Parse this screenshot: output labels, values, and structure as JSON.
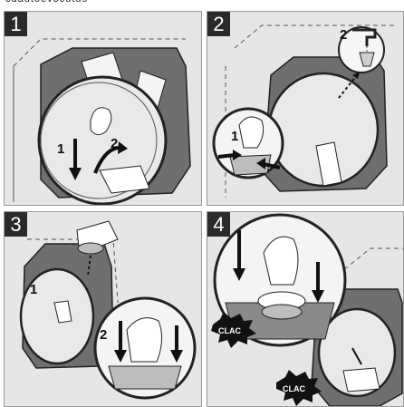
{
  "header": {
    "text": "cdautoevocutus"
  },
  "panels": [
    {
      "number": "1",
      "step_labels": [
        "1",
        "2"
      ]
    },
    {
      "number": "2",
      "step_labels": [
        "1",
        "2"
      ]
    },
    {
      "number": "3",
      "step_labels": [
        "1",
        "2"
      ]
    },
    {
      "number": "4",
      "sounds": [
        "CLAC",
        "CLAC"
      ]
    }
  ],
  "colors": {
    "panel_bg": "#e6e6e6",
    "badge_bg": "#2a2a2a",
    "unit_dark": "#6f6f6f",
    "unit_mid": "#8a8a8a",
    "line": "#111111"
  }
}
